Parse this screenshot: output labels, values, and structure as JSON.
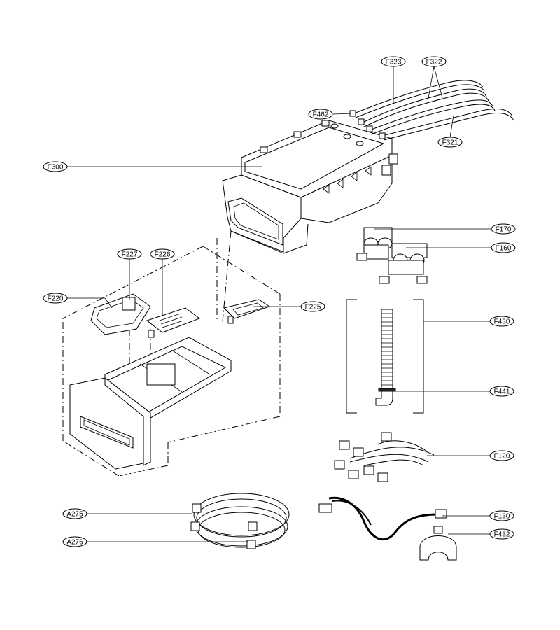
{
  "diagram": {
    "labels": {
      "F323": "F323",
      "F322": "F322",
      "F462": "F462",
      "F321": "F321",
      "F300": "F300",
      "F170": "F170",
      "F160": "F160",
      "F227": "F227",
      "F226": "F226",
      "F220": "F220",
      "F225": "F225",
      "F430": "F430",
      "F441": "F441",
      "F120": "F120",
      "A275": "A275",
      "A276": "A276",
      "F130": "F130",
      "F432": "F432"
    }
  }
}
